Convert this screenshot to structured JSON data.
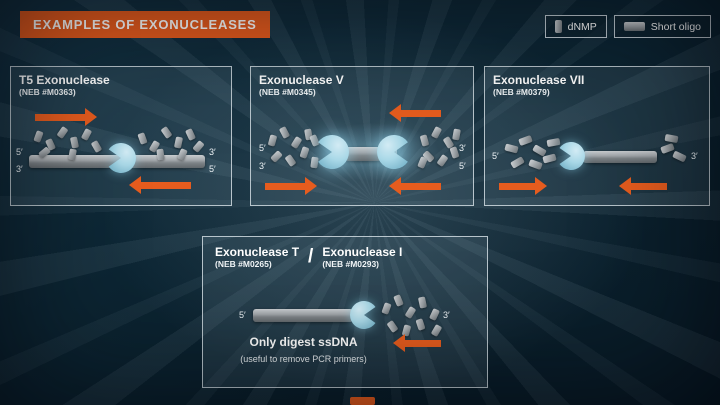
{
  "header": {
    "title": "EXAMPLES OF EXONUCLEASES"
  },
  "legend": {
    "items": [
      {
        "id": "dnmp",
        "label": "dNMP",
        "icon": "dnmp-icon"
      },
      {
        "id": "short-oligo",
        "label": "Short oligo",
        "icon": "short-oligo-icon"
      }
    ]
  },
  "panels": {
    "t5": {
      "title": "T5 Exonuclease",
      "catalog": "(NEB #M0363)",
      "strand_labels": {
        "top_left": "5′",
        "bottom_left": "3′",
        "top_right": "3′",
        "bottom_right": "5′"
      }
    },
    "exo5": {
      "title": "Exonuclease V",
      "catalog": "(NEB #M0345)",
      "strand_labels": {
        "top_left": "5′",
        "bottom_left": "3′",
        "top_right": "3′",
        "bottom_right": "5′"
      }
    },
    "exo7": {
      "title": "Exonuclease VII",
      "catalog": "(NEB #M0379)",
      "strand_labels": {
        "left": "5′",
        "right": "3′"
      }
    },
    "exoTI": {
      "title_t": "Exonuclease T",
      "catalog_t": "(NEB #M0265)",
      "separator": "/",
      "title_i": "Exonuclease I",
      "catalog_i": "(NEB #M0293)",
      "strand_labels": {
        "left": "5′",
        "right": "3′"
      },
      "note": "Only digest ssDNA",
      "note_sub": "(useful to remove PCR primers)"
    }
  },
  "colors": {
    "accent_orange": "#e65c1e",
    "enzyme_blue": "#a9d8e7",
    "dna_gray": "#9aa0a4",
    "background": "#0c2533"
  }
}
